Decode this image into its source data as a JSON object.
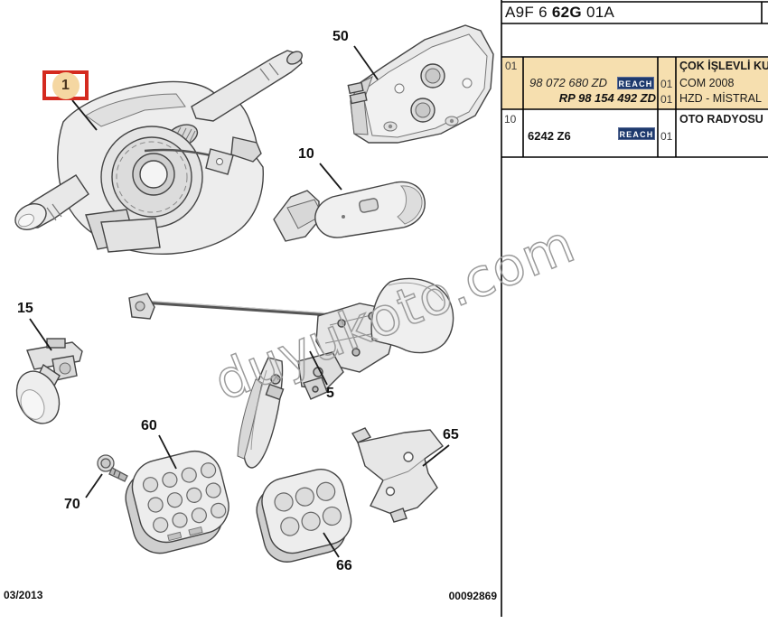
{
  "panel": {
    "header": {
      "code_prefix": "A9F 6 ",
      "code_bold": "62G",
      "code_suffix": " 01A"
    },
    "rows": [
      {
        "ref": "01",
        "part_number": "98 072 680 ZD",
        "reach_label": "REACH",
        "alt_part_number": "RP 98 154 492 ZD",
        "qty": [
          "01",
          "01"
        ],
        "desc_title": "ÇOK İŞLEVLİ KU",
        "desc_line1": "COM 2008",
        "desc_line2": "HZD - MİSTRAL",
        "highlighted": true
      },
      {
        "ref": "10",
        "part_number": "6242 Z6",
        "reach_label": "REACH",
        "qty": [
          "01"
        ],
        "desc_title": "OTO RADYOSU",
        "highlighted": false
      }
    ]
  },
  "diagram": {
    "callouts": [
      {
        "id": "1",
        "highlighted": true
      },
      {
        "id": "50"
      },
      {
        "id": "10"
      },
      {
        "id": "15"
      },
      {
        "id": "5"
      },
      {
        "id": "60"
      },
      {
        "id": "70"
      },
      {
        "id": "66"
      },
      {
        "id": "65"
      }
    ],
    "watermark": "duyukoto.com"
  },
  "footer": {
    "date": "03/2013",
    "doc_number": "00092869"
  },
  "colors": {
    "highlight_bg": "#f6dfaf",
    "reach_bg": "#1e3a6e",
    "callout_red": "#d42a1f",
    "callout_disc": "#f5d7a2"
  }
}
